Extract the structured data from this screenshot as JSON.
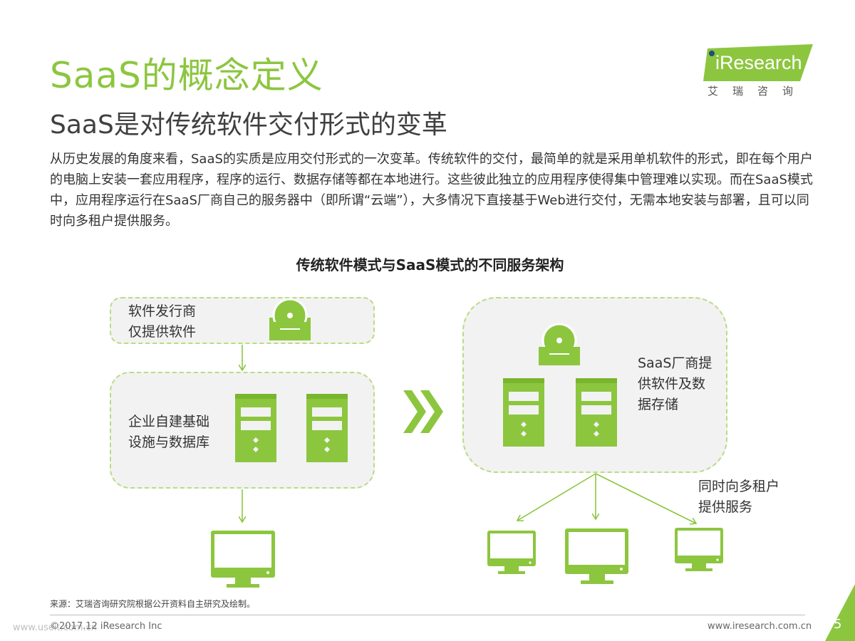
{
  "header": {
    "title": "SaaS的概念定义",
    "subtitle": "SaaS是对传统软件交付形式的变革"
  },
  "logo": {
    "text": "iResearch",
    "chinese": "艾瑞咨询"
  },
  "body": {
    "paragraph": "从历史发展的角度来看，SaaS的实质是应用交付形式的一次变革。传统软件的交付，最简单的就是采用单机软件的形式，即在每个用户的电脑上安装一套应用程序，程序的运行、数据存储等都在本地进行。这些彼此独立的应用程序使得集中管理难以实现。而在SaaS模式中，应用程序运行在SaaS厂商自己的服务器中（即所谓“云端”），大多情况下直接基于Web进行交付，无需本地安装与部署，且可以同时向多租户提供服务。"
  },
  "diagram": {
    "title": "传统软件模式与SaaS模式的不同服务架构",
    "left": {
      "vendor_line1": "软件发行商",
      "vendor_line2": "仅提供软件",
      "infra_line1": "企业自建基础",
      "infra_line2": "设施与数据库"
    },
    "right": {
      "saas_line1": "SaaS厂商提",
      "saas_line2": "供软件及数",
      "saas_line3": "据存储",
      "tenants_line1": "同时向多租户",
      "tenants_line2": "提供服务"
    }
  },
  "footer": {
    "source": "来源：艾瑞咨询研究院根据公开资料自主研究及绘制。",
    "copyright": "©2017.12 iResearch Inc",
    "website": "www.iresearch.com.cn",
    "page": "5",
    "watermark": "www.useit.com.cn"
  },
  "colors": {
    "accent": "#8cc63f",
    "box_fill": "#f2f2f2",
    "dash": "#b9dc82"
  }
}
